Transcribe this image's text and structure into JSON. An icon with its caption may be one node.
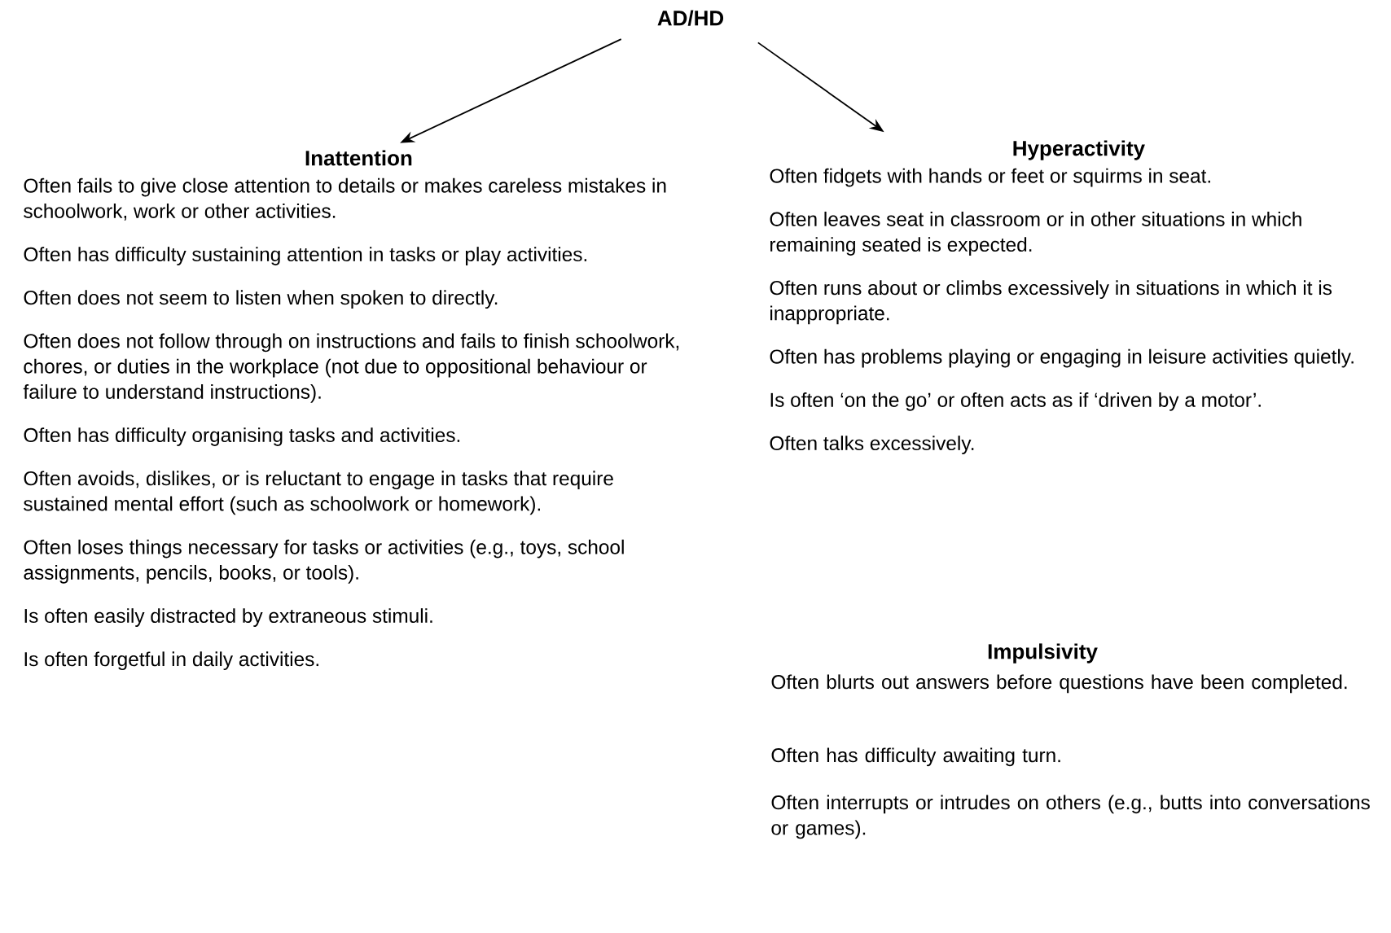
{
  "diagram": {
    "nodes": [
      {
        "text": [
          "AD/HD"
        ]
      },
      {
        "text": [
          "Inattention",
          "Often fails to give close attention to details or makes careless mistakes in schoolwork, work or other activities.",
          "Often has difficulty sustaining attention in tasks or play activities.",
          "Often does not seem to listen when spoken to directly.",
          "Often does not follow through on instructions and fails to finish schoolwork, chores, or duties in the workplace (not due to oppositional behaviour or failure to understand instructions).",
          "Often has difficulty organising tasks and activities.",
          "Often avoids, dislikes, or is reluctant to engage in tasks that require sustained mental effort (such as schoolwork or homework).",
          "Often loses things necessary for tasks or activities (e.g., toys, school assignments, pencils, books, or tools).",
          "Is often easily distracted by extraneous stimuli.",
          "Is often forgetful in daily activities."
        ]
      },
      {
        "text": [
          "Hyperactivity",
          "Often fidgets with hands or feet or squirms in seat.",
          "Often leaves seat in classroom or in other situations in which remaining seated is expected.",
          "Often runs about or climbs excessively in situations in which it is inappropriate.",
          "Often has problems playing or engaging in leisure activities quietly.",
          "Is often ‘on the go’ or often acts as if ‘driven by a motor’.",
          "Often talks excessively."
        ]
      }
    ],
    "edges": [
      {
        "from": 0,
        "to": 1,
        "arrow": "to"
      },
      {
        "from": 0,
        "to": 2,
        "arrow": "to"
      }
    ],
    "labels": [
      "Impulsivity",
      "Often blurts out answers before questions have been completed.",
      "Often has difficulty awaiting turn.",
      "Often interrupts or intrudes on others (e.g., butts into conversations or games)."
    ]
  }
}
